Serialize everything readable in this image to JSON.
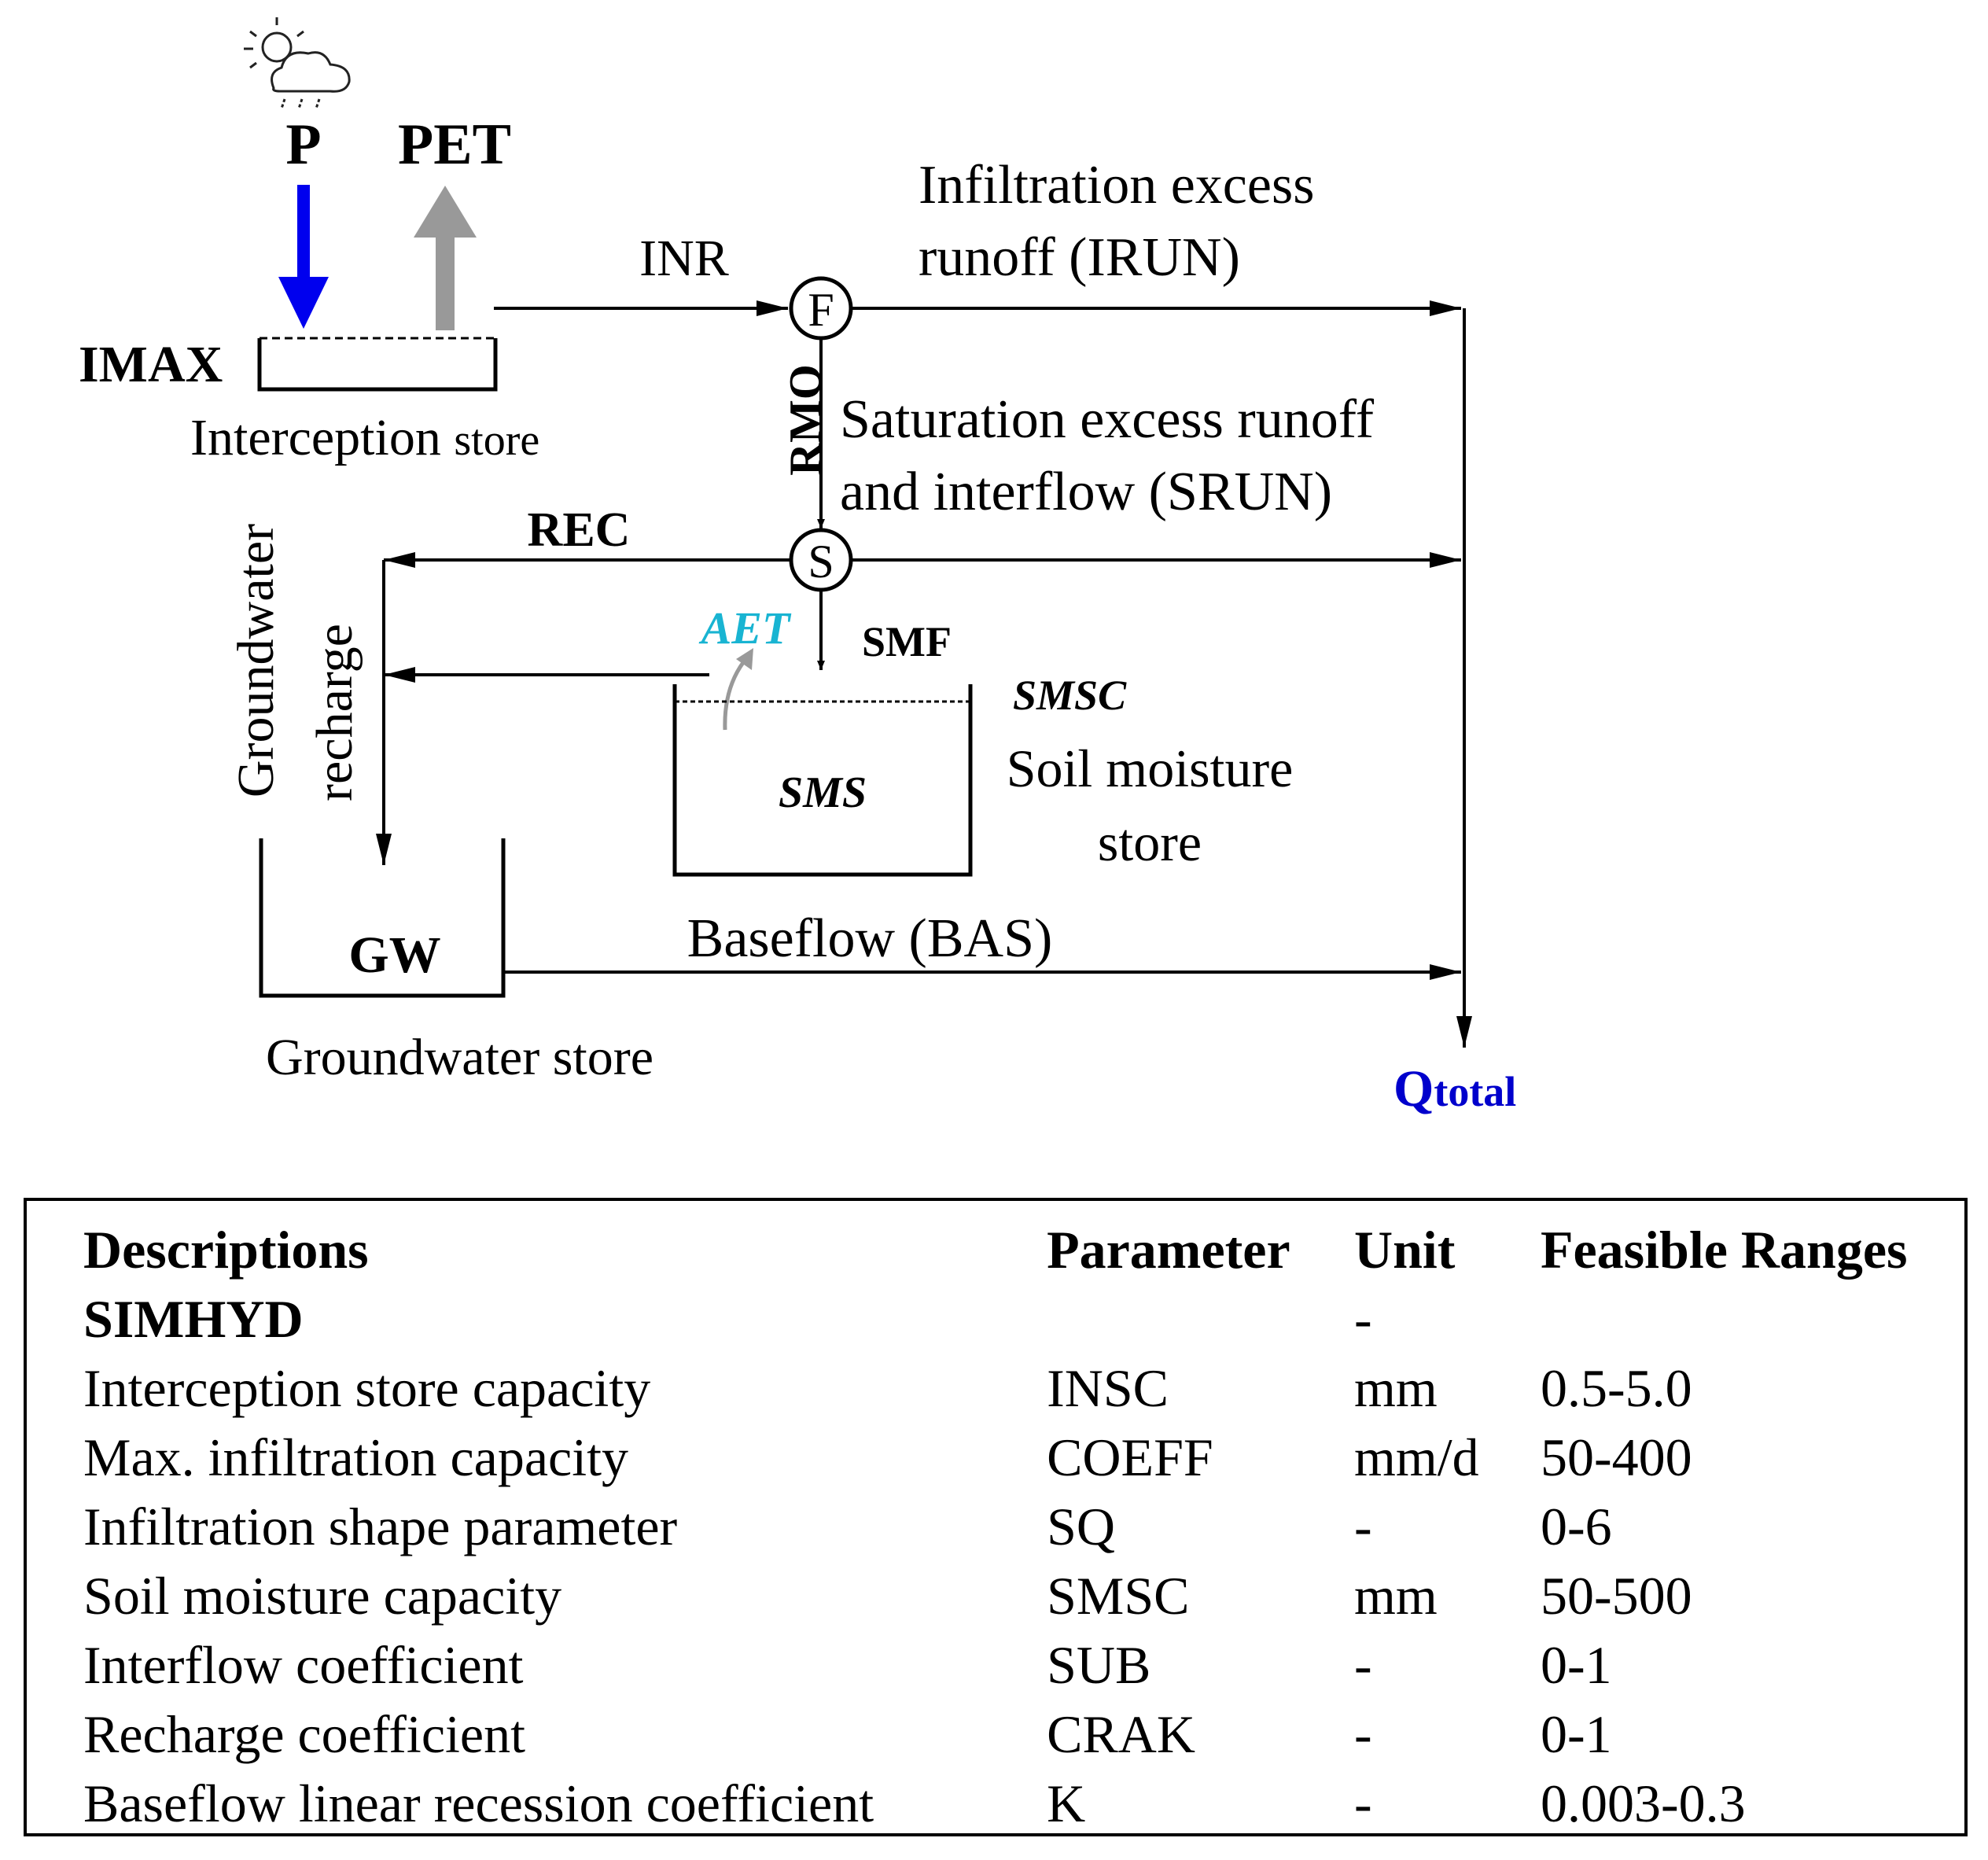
{
  "diagram": {
    "labels": {
      "p": "P",
      "pet": "PET",
      "imax": "IMAX",
      "interception_store_main": "Interception",
      "interception_store_suffix": "store",
      "inr": "INR",
      "f_node": "F",
      "s_node": "S",
      "irun_line1": "Infiltration excess",
      "irun_line2": "runoff (IRUN)",
      "rmo": "RMO",
      "srun_line1": "Saturation excess runoff",
      "srun_line2": "and interflow (SRUN)",
      "rec": "REC",
      "aet": "AET",
      "smf": "SMF",
      "smsc": "SMSC",
      "sms": "SMS",
      "soil_store_line1": "Soil moisture",
      "soil_store_line2": "store",
      "gw_recharge_line1": "Groundwater",
      "gw_recharge_line2": "recharge",
      "gw": "GW",
      "baseflow": "Baseflow (BAS)",
      "groundwater_store": "Groundwater store",
      "qtotal_main": "Q",
      "qtotal_sub": "total"
    },
    "colors": {
      "precip_arrow": "#0000ee",
      "pet_arrow": "#999999",
      "aet_text": "#19b4d2",
      "qtotal_text": "#0000cc",
      "line": "#000000"
    },
    "icons": [
      "weather-sun-cloud-rain-icon"
    ]
  },
  "table": {
    "headers": {
      "descriptions": "Descriptions",
      "parameter": "Parameter",
      "unit": "Unit",
      "ranges": "Feasible Ranges"
    },
    "group": {
      "label": "SIMHYD",
      "unit": "-"
    },
    "rows": [
      {
        "description": "Interception store capacity",
        "parameter": "INSC",
        "unit": "mm",
        "range": "0.5-5.0"
      },
      {
        "description": "Max. infiltration capacity",
        "parameter": "COEFF",
        "unit": "mm/d",
        "range": "50-400"
      },
      {
        "description": "Infiltration shape parameter",
        "parameter": "SQ",
        "unit": "-",
        "range": "0-6"
      },
      {
        "description": "Soil moisture capacity",
        "parameter": "SMSC",
        "unit": "mm",
        "range": "50-500"
      },
      {
        "description": "Interflow coefficient",
        "parameter": "SUB",
        "unit": "-",
        "range": "0-1"
      },
      {
        "description": "Recharge coefficient",
        "parameter": "CRAK",
        "unit": "-",
        "range": "0-1"
      },
      {
        "description": "Baseflow linear recession coefficient",
        "parameter": "K",
        "unit": "-",
        "range": "0.003-0.3"
      }
    ]
  }
}
